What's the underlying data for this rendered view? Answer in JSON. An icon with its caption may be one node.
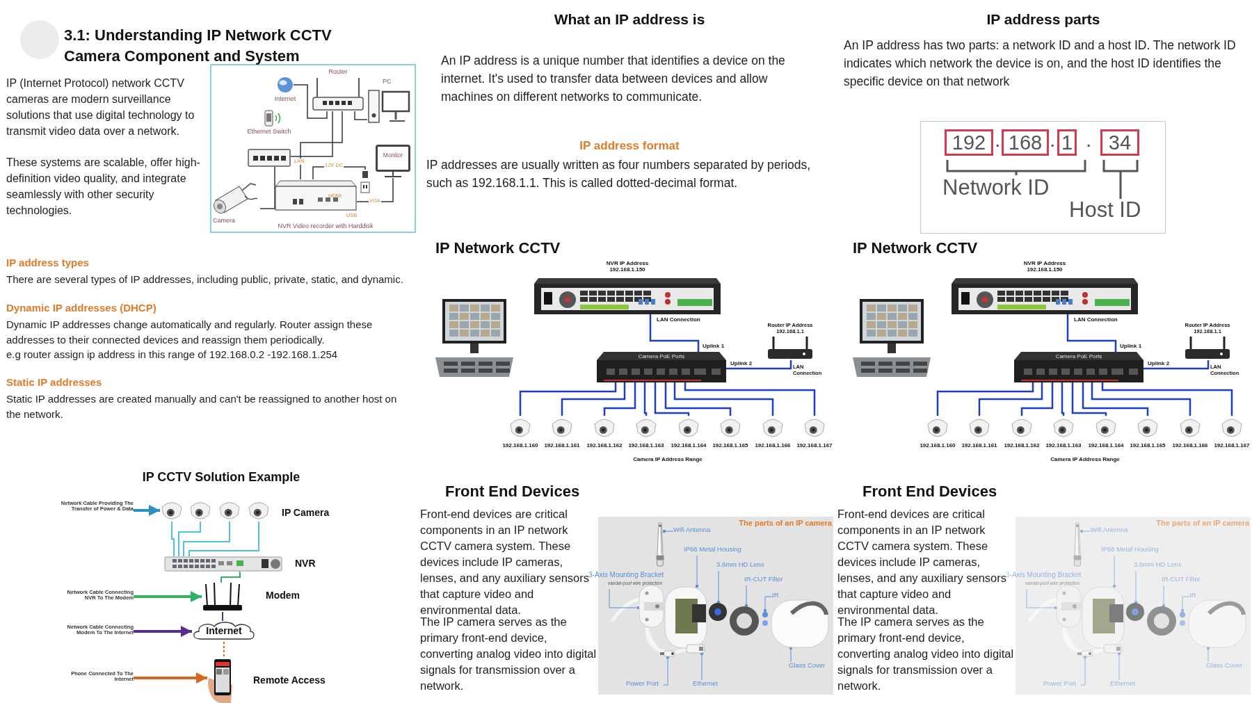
{
  "diagram": {
    "nodes": [
      {
        "text": [
          "Internet"
        ]
      },
      {
        "text": [
          "Router"
        ]
      },
      {
        "text": [
          "PC"
        ]
      },
      {
        "text": [
          "Ethernet Switch"
        ]
      },
      {
        "text": [
          "Monitor"
        ]
      },
      {
        "text": [
          "Camera"
        ]
      },
      {
        "text": [
          "NVR Video recorder with Harddisk"
        ]
      },
      {
        "text": [],
        "shape": "picture"
      },
      {
        "text": [
          "192"
        ]
      },
      {
        "text": [
          "168"
        ]
      },
      {
        "text": [
          "1"
        ]
      },
      {
        "text": [
          "34"
        ]
      },
      {
        "text": [
          "NVR IP Address 192.168.1.150"
        ]
      },
      {
        "text": [
          "Camera PoE Ports"
        ]
      },
      {
        "text": [
          "Router IP Address 192.168.1.1"
        ]
      },
      {
        "text": [
          "192.168.1.160"
        ]
      },
      {
        "text": [
          "192.168.1.161"
        ]
      },
      {
        "text": [
          "192.168.1.162"
        ]
      },
      {
        "text": [
          "192.168.1.163"
        ]
      },
      {
        "text": [
          "192.168.1.164"
        ]
      },
      {
        "text": [
          "192.168.1.165"
        ]
      },
      {
        "text": [
          "192.168.1.166"
        ]
      },
      {
        "text": [
          "192.168.1.167"
        ]
      },
      {
        "text": [
          "NVR IP Address 192.168.1.150"
        ]
      },
      {
        "text": [
          "Camera PoE Ports"
        ]
      },
      {
        "text": [
          "Router IP Address 192.168.1.1"
        ]
      },
      {
        "text": [
          "192.168.1.160"
        ]
      },
      {
        "text": [
          "192.168.1.161"
        ]
      },
      {
        "text": [
          "192.168.1.162"
        ]
      },
      {
        "text": [
          "192.168.1.163"
        ]
      },
      {
        "text": [
          "192.168.1.164"
        ]
      },
      {
        "text": [
          "192.168.1.165"
        ]
      },
      {
        "text": [
          "192.168.1.166"
        ]
      },
      {
        "text": [
          "192.168.1.167"
        ]
      },
      {
        "text": [],
        "shape": "picture"
      },
      {
        "text": [],
        "shape": "picture"
      },
      {
        "text": [],
        "shape": "picture"
      },
      {
        "text": [],
        "shape": "picture"
      },
      {
        "text": [],
        "shape": "picture",
        "beside": [
          "NVR"
        ]
      },
      {
        "text": [],
        "shape": "picture",
        "beside": [
          "Modem"
        ]
      },
      {
        "text": [
          "Internet"
        ]
      },
      {
        "text": [],
        "shape": "picture",
        "beside": [
          "Remote Access"
        ]
      },
      {
        "text": [
          "Network Cable Providing The Transfer of Power & Data"
        ]
      },
      {
        "text": [
          "Network Cable Connecting NVR To The Modem"
        ]
      },
      {
        "text": [
          "Network Cable Connecting Modem To The Internet"
        ]
      },
      {
        "text": [
          "Phone Connected To The Internet"
        ]
      },
      {
        "text": [
          "Wifi Antenna"
        ]
      },
      {
        "text": [
          "IP66 Metal Housing"
        ]
      },
      {
        "text": [
          "3.6mm HD Lens"
        ]
      },
      {
        "text": [
          "IR-CUT Filter"
        ]
      },
      {
        "text": [
          "IR"
        ]
      },
      {
        "text": [
          "3-Axis Mounting Bracket",
          "vandal-poof wire protection"
        ]
      },
      {
        "text": [
          "Glass Cover"
        ]
      },
      {
        "text": [
          "Power Port"
        ]
      },
      {
        "text": [
          "Ethernet"
        ]
      },
      {
        "text": [
          "Wifi Antenna"
        ]
      },
      {
        "text": [
          "IP66 Metal Housing"
        ]
      },
      {
        "text": [
          "3.6mm HD Lens"
        ]
      },
      {
        "text": [
          "IR-CUT Filter"
        ]
      },
      {
        "text": [
          "IR"
        ]
      },
      {
        "text": [
          "3-Axis Mounting Bracket",
          "vandal-poof wire protection"
        ]
      },
      {
        "text": [
          "Glass Cover"
        ]
      },
      {
        "text": [
          "Power Port"
        ]
      },
      {
        "text": [
          "Ethernet"
        ]
      },
      {
        "text": [],
        "shape": "picture"
      },
      {
        "text": [],
        "shape": "picture"
      },
      {
        "text": [],
        "shape": "picture"
      },
      {
        "text": [],
        "shape": "picture"
      },
      {
        "text": [],
        "shape": "picture"
      },
      {
        "text": [],
        "shape": "picture"
      },
      {
        "text": [],
        "shape": "picture"
      },
      {
        "text": [],
        "shape": "picture"
      },
      {
        "text": [],
        "shape": "picture"
      },
      {
        "text": [],
        "shape": "picture"
      },
      {
        "text": [],
        "shape": "picture"
      },
      {
        "text": [],
        "shape": "picture"
      },
      {
        "text": [],
        "shape": "picture"
      },
      {
        "text": [],
        "shape": "picture"
      },
      {
        "text": [],
        "shape": "picture"
      },
      {
        "text": [],
        "shape": "picture"
      },
      {
        "text": [],
        "shape": "picture"
      },
      {
        "text": [],
        "shape": "picture"
      }
    ],
    "edges": [
      {
        "from": 0,
        "to": 1,
        "arrow": "none",
        "color": "#333333"
      },
      {
        "from": 1,
        "to": 2,
        "arrow": "none",
        "color": "#333333"
      },
      {
        "from": 1,
        "to": 3,
        "arrow": "none",
        "color": "#333333"
      },
      {
        "from": 1,
        "to": 6,
        "arrow": "none",
        "color": "#333333",
        "label": "LAN"
      },
      {
        "from": 3,
        "to": 5,
        "arrow": "none",
        "color": "#333333"
      },
      {
        "from": 6,
        "to": 7,
        "arrow": "none",
        "color": "#333333",
        "label": "12V DC"
      },
      {
        "from": 6,
        "to": 4,
        "arrow": "none",
        "color": "#333333",
        "label": "VGA"
      },
      {
        "from": 12,
        "to": 13,
        "arrow": "none"
      },
      {
        "from": 14,
        "to": 13,
        "arrow": "none"
      },
      {
        "from": 13,
        "to": 15,
        "arrow": "none"
      },
      {
        "from": 13,
        "to": 16,
        "arrow": "none"
      },
      {
        "from": 13,
        "to": 17,
        "arrow": "none"
      },
      {
        "from": 13,
        "to": 18,
        "arrow": "none"
      },
      {
        "from": 13,
        "to": 19,
        "arrow": "none"
      },
      {
        "from": 13,
        "to": 20,
        "arrow": "none"
      },
      {
        "from": 13,
        "to": 21,
        "arrow": "none"
      },
      {
        "from": 13,
        "to": 22,
        "arrow": "none"
      },
      {
        "from": 23,
        "to": 24,
        "arrow": "none"
      },
      {
        "from": 25,
        "to": 24,
        "arrow": "none"
      },
      {
        "from": 24,
        "to": 26,
        "arrow": "none"
      },
      {
        "from": 24,
        "to": 27,
        "arrow": "none"
      },
      {
        "from": 24,
        "to": 28,
        "arrow": "none"
      },
      {
        "from": 24,
        "to": 29,
        "arrow": "none"
      },
      {
        "from": 24,
        "to": 30,
        "arrow": "none"
      },
      {
        "from": 24,
        "to": 31,
        "arrow": "none"
      },
      {
        "from": 24,
        "to": 32,
        "arrow": "none"
      },
      {
        "from": 24,
        "to": 33,
        "arrow": "none"
      },
      {
        "from": 34,
        "to": 38,
        "arrow": "none",
        "color": "#4fc3dc"
      },
      {
        "from": 35,
        "to": 38,
        "arrow": "none",
        "color": "#4fc3dc"
      },
      {
        "from": 36,
        "to": 38,
        "arrow": "none",
        "color": "#4fc3dc"
      },
      {
        "from": 37,
        "to": 38,
        "arrow": "none",
        "color": "#4fc3dc"
      },
      {
        "from": 38,
        "to": 39,
        "arrow": "none",
        "color": "#2eb067"
      },
      {
        "from": 39,
        "to": 40,
        "arrow": "none",
        "color": "#5b2c8f"
      },
      {
        "from": 40,
        "to": 41,
        "arrow": "none",
        "color": "#d2691e",
        "style": "dashed"
      },
      {
        "from": 42,
        "to": 34,
        "arrow": "to",
        "color": "#2d8fc4"
      },
      {
        "from": 43,
        "to": 39,
        "arrow": "to",
        "color": "#2eb067"
      },
      {
        "from": 44,
        "to": 40,
        "arrow": "to",
        "color": "#5b2c8f"
      },
      {
        "from": 45,
        "to": 41,
        "arrow": "to",
        "color": "#d2691e"
      },
      {
        "from": 46,
        "to": 64,
        "arrow": "other",
        "color": "#5a8fd6"
      },
      {
        "from": 47,
        "to": 65,
        "arrow": "other",
        "color": "#5a8fd6"
      },
      {
        "from": 48,
        "to": 66,
        "arrow": "other",
        "color": "#5a8fd6"
      },
      {
        "from": 49,
        "to": 67,
        "arrow": "other",
        "color": "#5a8fd6"
      },
      {
        "from": 50,
        "to": 68,
        "arrow": "other",
        "color": "#5a8fd6"
      },
      {
        "from": 51,
        "to": 69,
        "arrow": "other",
        "color": "#5a8fd6"
      },
      {
        "from": 52,
        "to": 70,
        "arrow": "other",
        "color": "#5a8fd6"
      },
      {
        "from": 53,
        "to": 71,
        "arrow": "other",
        "color": "#5a8fd6"
      },
      {
        "from": 54,
        "to": 72,
        "arrow": "other",
        "color": "#5a8fd6"
      },
      {
        "from": 55,
        "to": 73,
        "arrow": "other",
        "color": "#5a8fd6"
      },
      {
        "from": 56,
        "to": 74,
        "arrow": "other",
        "color": "#5a8fd6"
      },
      {
        "from": 57,
        "to": 75,
        "arrow": "other",
        "color": "#5a8fd6"
      },
      {
        "from": 58,
        "to": 76,
        "arrow": "other",
        "color": "#5a8fd6"
      },
      {
        "from": 59,
        "to": 77,
        "arrow": "other",
        "color": "#5a8fd6"
      },
      {
        "from": 60,
        "to": 78,
        "arrow": "other",
        "color": "#5a8fd6"
      },
      {
        "from": 61,
        "to": 79,
        "arrow": "other",
        "color": "#5a8fd6"
      },
      {
        "from": 62,
        "to": 80,
        "arrow": "other",
        "color": "#5a8fd6"
      },
      {
        "from": 63,
        "to": 81,
        "arrow": "other",
        "color": "#5a8fd6"
      }
    ],
    "labels": [
      "3.1: Understanding IP Network CCTV Camera Component and System",
      "IP (Internet Protocol) network CCTV cameras are modern surveillance solutions that use digital technology to transmit video data over a network.",
      "These systems are scalable, offer high-definition video quality, and integrate seamlessly with other security technologies.",
      "HDMI",
      "USB",
      "What an IP address is",
      "An IP address is a unique number that identifies a device on the internet. It's used to transfer data between devices and allow machines on different networks to communicate.",
      "IP address format",
      "IP addresses are usually written as four numbers separated by periods, such as 192.168.1.1. This is called dotted-decimal format.",
      "IP address parts",
      "An IP address has two parts: a network ID and a host ID. The network ID indicates which network the device is on, and the host ID identifies the specific device on that network",
      ".",
      ".",
      ".",
      "Network ID",
      "Host ID",
      "IP address types",
      "There are several types of IP addresses, including public, private, static, and dynamic.",
      "Dynamic IP addresses (DHCP)",
      "Dynamic IP addresses change automatically and regularly. Router assign these addresses to their connected devices and reassign them periodically.",
      "e.g router assign ip address in this range of 192.168.0.2 -192.168.1.254",
      "Static IP addresses",
      "Static IP addresses are created manually and can't be reassigned to another host on the network.",
      "IP Network CCTV",
      "LAN Connection",
      "Uplink 1",
      "Uplink 2",
      "LAN Connection",
      "Camera IP Address Range",
      "IP Network CCTV",
      "LAN Connection",
      "Uplink 1",
      "Uplink 2",
      "LAN Connection",
      "Camera IP Address Range",
      "IP CCTV Solution Example",
      "IP Camera",
      "Front End Devices",
      "Front-end devices are critical components in an IP network CCTV camera system. These devices include IP cameras, lenses, and any auxiliary sensors that capture video and environmental data.",
      "The IP camera serves as the primary front-end device, converting analog video into digital signals for transmission over a network.",
      "The parts of an IP camera",
      "Front End Devices",
      "Front-end devices are critical components in an IP network CCTV camera system. These devices include IP cameras, lenses, and any auxiliary sensors that capture video and environmental data.",
      "The IP camera serves as the primary front-end device, converting analog video into digital signals for transmission over a network.",
      "The parts of an IP camera"
    ]
  }
}
